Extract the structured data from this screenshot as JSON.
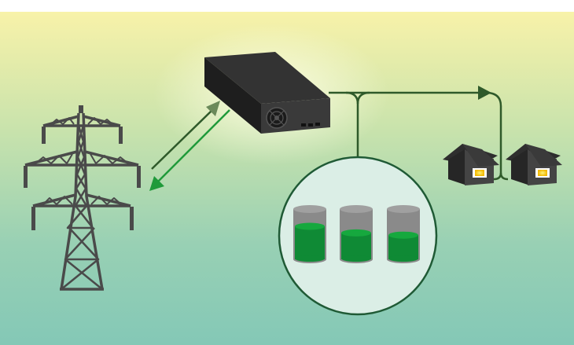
{
  "illustration": {
    "elements": {
      "grid_tower": {
        "icon": "power-pylon-icon"
      },
      "inverter": {
        "icon": "inverter-box-icon"
      },
      "battery_storage": {
        "icon": "battery-cylinders-icon",
        "levels": [
          0.75,
          0.6,
          0.55
        ]
      },
      "homes": {
        "icon": "house-icon",
        "count": 2
      }
    },
    "colors": {
      "sky_top": "#f8f2a9",
      "sky_bottom": "#84c8b6",
      "dark_line": "#2f5a2a",
      "bright_arrow": "#1f9a3a",
      "device": "#2b2b2b",
      "battery_fill": "#0f8a35",
      "battery_shell": "#8a8a8a",
      "window_light": "#f5c800"
    }
  }
}
